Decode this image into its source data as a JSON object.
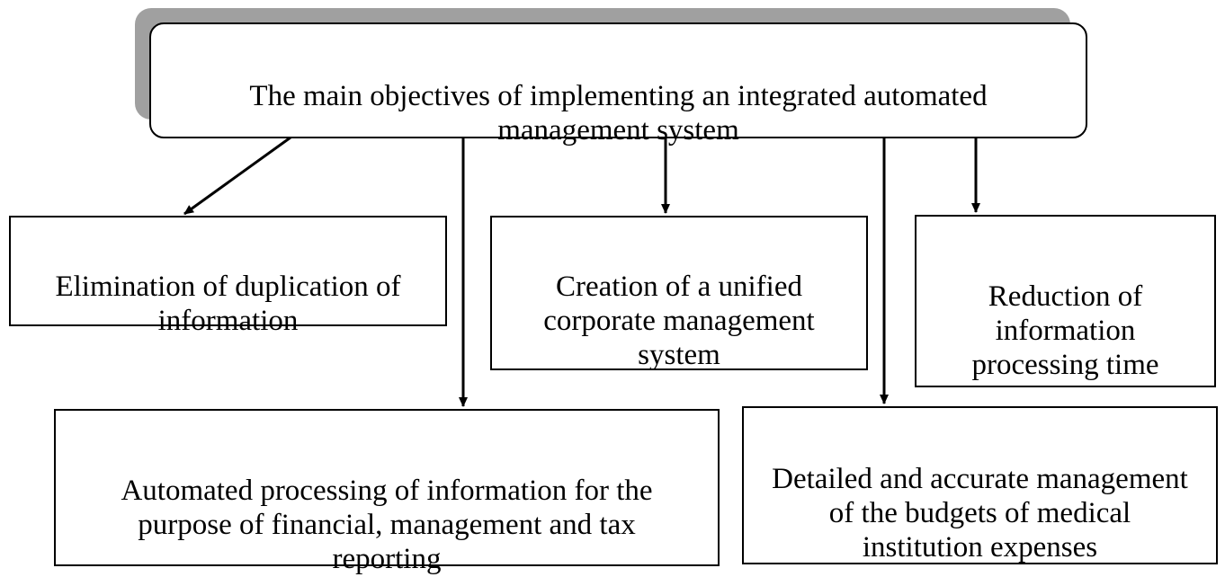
{
  "diagram": {
    "main_goal": "The main objectives of implementing an integrated automated\nmanagement system",
    "objectives": {
      "elimination": "Elimination of duplication of\ninformation",
      "unified_system": "Creation of a unified\ncorporate management\nsystem",
      "reduction_time": "Reduction of\ninformation\nprocessing time",
      "automated_processing": "Automated processing of information for the\npurpose of financial, management and tax\nreporting",
      "budgets": "Detailed and accurate management\nof the budgets of medical\ninstitution expenses"
    },
    "colors": {
      "border": "#000000",
      "shadow": "#a0a0a0",
      "background": "#ffffff"
    }
  }
}
